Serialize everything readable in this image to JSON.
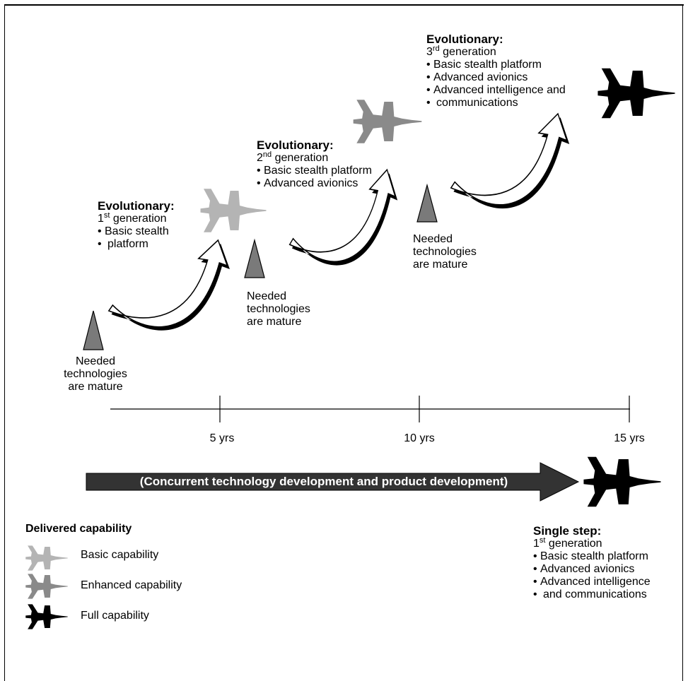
{
  "colors": {
    "basic": "#b4b4b4",
    "enhanced": "#8a8a8a",
    "full": "#000000",
    "band": "#333333",
    "triangle": "#7a7a7a"
  },
  "gen1": {
    "heading": "Evolutionary:",
    "gen_num": "1",
    "gen_sup": "st",
    "gen_word": "generation",
    "items": [
      "Basic stealth",
      "platform"
    ]
  },
  "gen2": {
    "heading": "Evolutionary:",
    "gen_num": "2",
    "gen_sup": "nd",
    "gen_word": "generation",
    "items": [
      "Basic stealth platform",
      "Advanced avionics"
    ]
  },
  "gen3": {
    "heading": "Evolutionary:",
    "gen_num": "3",
    "gen_sup": "rd",
    "gen_word": "generation",
    "items": [
      "Basic stealth platform",
      "Advanced avionics",
      "Advanced intelligence and",
      "communications"
    ]
  },
  "milestone": [
    "Needed",
    "technologies",
    "are mature"
  ],
  "timeline": {
    "ticks": [
      "5 yrs",
      "10 yrs",
      "15 yrs"
    ]
  },
  "band": {
    "label": "(Concurrent technology development and product development)"
  },
  "legend": {
    "title": "Delivered capability",
    "items": [
      {
        "label": "Basic capability",
        "icon": "jet-icon"
      },
      {
        "label": "Enhanced capability",
        "icon": "jet-icon"
      },
      {
        "label": "Full capability",
        "icon": "jet-icon"
      }
    ]
  },
  "single": {
    "heading": "Single step:",
    "gen_num": "1",
    "gen_sup": "st",
    "gen_word": "generation",
    "items": [
      "Basic stealth platform",
      "Advanced avionics",
      "Advanced intelligence",
      "and communications"
    ]
  }
}
